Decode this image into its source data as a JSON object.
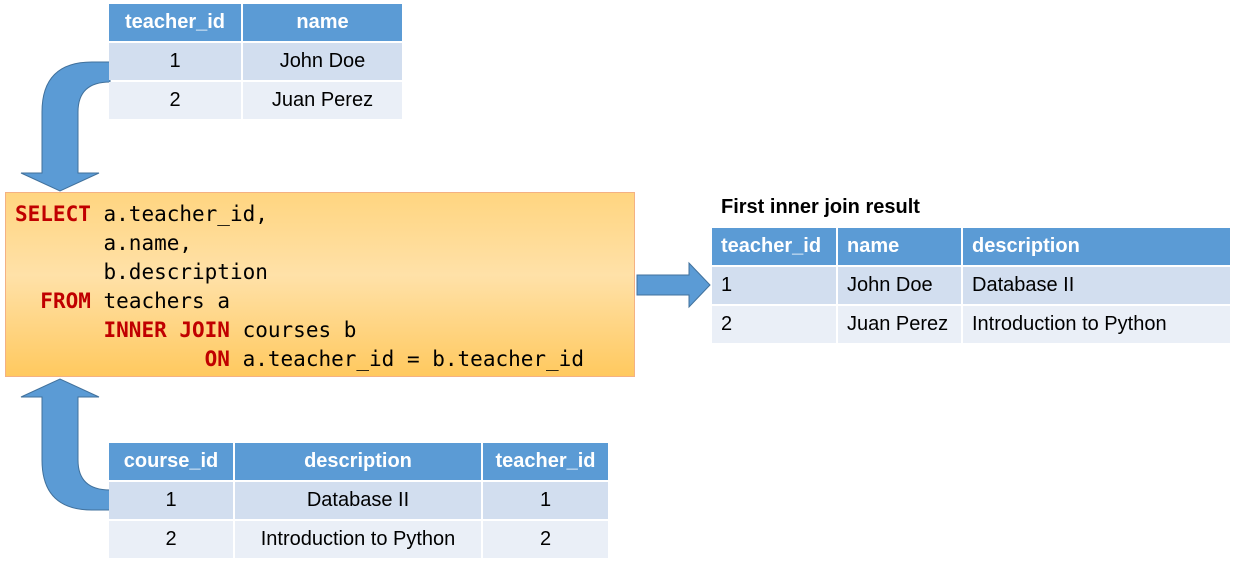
{
  "teachers": {
    "headers": [
      "teacher_id",
      "name"
    ],
    "rows": [
      [
        "1",
        "John Doe"
      ],
      [
        "2",
        "Juan Perez"
      ]
    ]
  },
  "courses": {
    "headers": [
      "course_id",
      "description",
      "teacher_id"
    ],
    "rows": [
      [
        "1",
        "Database II",
        "1"
      ],
      [
        "2",
        "Introduction to Python",
        "2"
      ]
    ]
  },
  "sql": {
    "select_kw": "SELECT",
    "col1": "a.teacher_id,",
    "col2": "a.name,",
    "col3": "b.description",
    "from_kw": "FROM",
    "from_table": "teachers a",
    "join_kw": "INNER JOIN",
    "join_table": "courses b",
    "on_kw": "ON",
    "on_cond": "a.teacher_id = b.teacher_id"
  },
  "result": {
    "title": "First inner join result",
    "headers": [
      "teacher_id",
      "name",
      "description"
    ],
    "rows": [
      [
        "1",
        "John Doe",
        "Database II"
      ],
      [
        "2",
        "Juan Perez",
        "Introduction to Python"
      ]
    ]
  },
  "colors": {
    "header_fill": "#5b9bd5",
    "row_odd": "#d2deef",
    "row_even": "#eaeff7",
    "arrow": "#5b9bd5",
    "sql_box": "#ffd580",
    "keyword": "#c00000"
  }
}
